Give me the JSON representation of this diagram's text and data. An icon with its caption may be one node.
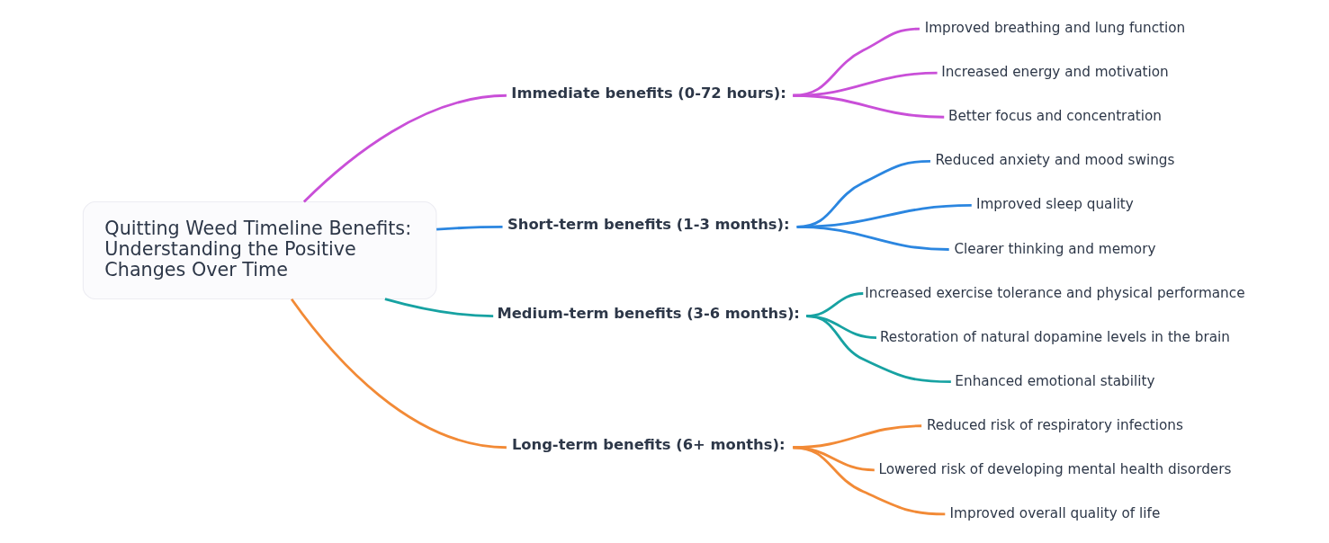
{
  "diagram": {
    "nodes": [
      {
        "text": [
          "Quitting Weed Timeline Benefits: Understanding the Positive Changes Over Time"
        ]
      },
      {
        "text": [
          "Immediate benefits (0-72 hours):"
        ]
      },
      {
        "text": [
          "Improved breathing and lung function"
        ]
      },
      {
        "text": [
          "Increased energy and motivation"
        ]
      },
      {
        "text": [
          "Better focus and concentration"
        ]
      },
      {
        "text": [
          "Short-term benefits (1-3 months):"
        ]
      },
      {
        "text": [
          "Reduced anxiety and mood swings"
        ]
      },
      {
        "text": [
          "Improved sleep quality"
        ]
      },
      {
        "text": [
          "Clearer thinking and memory"
        ]
      },
      {
        "text": [
          "Medium-term benefits (3-6 months):"
        ]
      },
      {
        "text": [
          "Increased exercise tolerance and physical performance"
        ]
      },
      {
        "text": [
          "Restoration of natural dopamine levels in the brain"
        ]
      },
      {
        "text": [
          "Enhanced emotional stability"
        ]
      },
      {
        "text": [
          "Long-term benefits (6+ months):"
        ]
      },
      {
        "text": [
          "Reduced risk of respiratory infections"
        ]
      },
      {
        "text": [
          "Lowered risk of developing mental health disorders"
        ]
      },
      {
        "text": [
          "Improved overall quality of life"
        ]
      }
    ],
    "edges": [
      {
        "from": 0,
        "to": 1,
        "arrow": "none",
        "color": "#c94fd8"
      },
      {
        "from": 1,
        "to": 2,
        "arrow": "none",
        "color": "#c94fd8"
      },
      {
        "from": 1,
        "to": 3,
        "arrow": "none",
        "color": "#c94fd8"
      },
      {
        "from": 1,
        "to": 4,
        "arrow": "none",
        "color": "#c94fd8"
      },
      {
        "from": 0,
        "to": 5,
        "arrow": "none",
        "color": "#2b86e0"
      },
      {
        "from": 5,
        "to": 6,
        "arrow": "none",
        "color": "#2b86e0"
      },
      {
        "from": 5,
        "to": 7,
        "arrow": "none",
        "color": "#2b86e0"
      },
      {
        "from": 5,
        "to": 8,
        "arrow": "none",
        "color": "#2b86e0"
      },
      {
        "from": 0,
        "to": 9,
        "arrow": "none",
        "color": "#17a2a2"
      },
      {
        "from": 9,
        "to": 10,
        "arrow": "none",
        "color": "#17a2a2"
      },
      {
        "from": 9,
        "to": 11,
        "arrow": "none",
        "color": "#17a2a2"
      },
      {
        "from": 9,
        "to": 12,
        "arrow": "none",
        "color": "#17a2a2"
      },
      {
        "from": 0,
        "to": 13,
        "arrow": "none",
        "color": "#f28a36"
      },
      {
        "from": 13,
        "to": 14,
        "arrow": "none",
        "color": "#f28a36"
      },
      {
        "from": 13,
        "to": 15,
        "arrow": "none",
        "color": "#f28a36"
      },
      {
        "from": 13,
        "to": 16,
        "arrow": "none",
        "color": "#f28a36"
      }
    ]
  }
}
